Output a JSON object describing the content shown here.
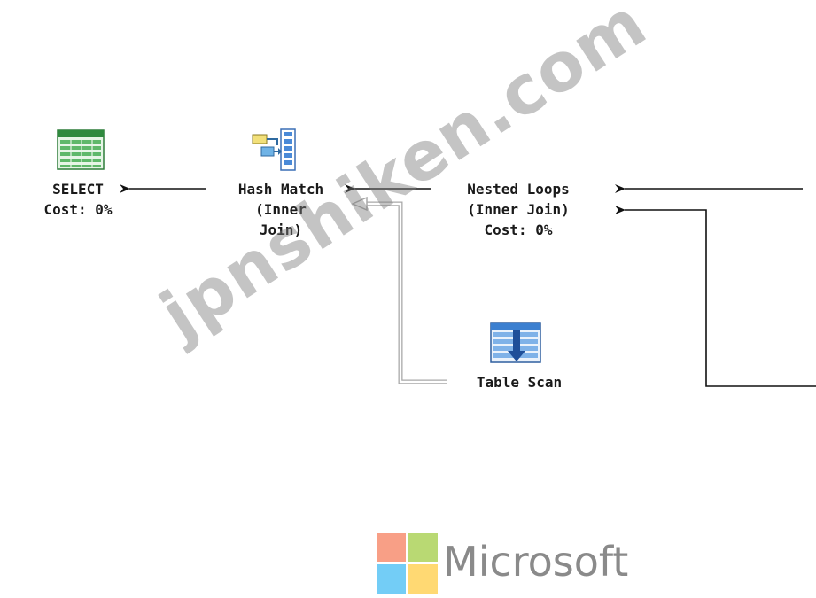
{
  "nodes": {
    "select": {
      "line1": "SELECT",
      "line2": "Cost: 0%"
    },
    "hash_match": {
      "line1": "Hash Match",
      "line2": "(Inner",
      "line3": "Join)"
    },
    "nested_loops": {
      "line1": "Nested Loops",
      "line2": "(Inner Join)",
      "line3": "Cost: 0%"
    },
    "table_scan": {
      "line1": "Table Scan"
    }
  },
  "watermark": "jpnshiken.com",
  "logo": {
    "wordmark": "Microsoft",
    "colors": {
      "red": "#f25022",
      "green": "#7fba00",
      "blue": "#00a4ef",
      "yellow": "#ffb900"
    }
  },
  "colors": {
    "arrow": "#111111",
    "arrow_gray": "#b0b0b0"
  }
}
